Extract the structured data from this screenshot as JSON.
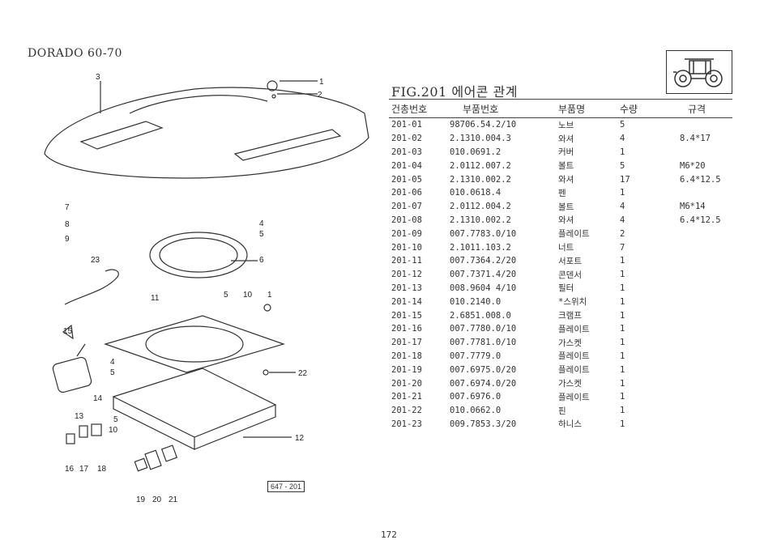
{
  "header": {
    "model": "DORADO 60-70",
    "logo_icon": "tractor-icon"
  },
  "figure": {
    "title": "FIG.201  에어콘 관계",
    "ref_tag": "647 - 201",
    "callouts": [
      "1",
      "2",
      "3",
      "4",
      "5",
      "6",
      "7",
      "8",
      "9",
      "10",
      "11",
      "12",
      "13",
      "14",
      "15",
      "16",
      "17",
      "18",
      "19",
      "20",
      "21",
      "22",
      "23"
    ]
  },
  "table": {
    "headers": [
      "건총번호",
      "부품번호",
      "부품명",
      "수량",
      "규격"
    ],
    "rows": [
      {
        "no": "201-01",
        "part": "98706.54.2/10",
        "name": "노브",
        "qty": "5",
        "spec": ""
      },
      {
        "no": "201-02",
        "part": "2.1310.004.3",
        "name": "와셔",
        "qty": "4",
        "spec": "8.4*17"
      },
      {
        "no": "201-03",
        "part": "010.0691.2",
        "name": "커버",
        "qty": "1",
        "spec": ""
      },
      {
        "no": "201-04",
        "part": "2.0112.007.2",
        "name": "볼트",
        "qty": "5",
        "spec": "M6*20"
      },
      {
        "no": "201-05",
        "part": "2.1310.002.2",
        "name": "와셔",
        "qty": "17",
        "spec": "6.4*12.5"
      },
      {
        "no": "201-06",
        "part": "010.0618.4",
        "name": "펜",
        "qty": "1",
        "spec": ""
      },
      {
        "no": "201-07",
        "part": "2.0112.004.2",
        "name": "볼트",
        "qty": "4",
        "spec": "M6*14"
      },
      {
        "no": "201-08",
        "part": "2.1310.002.2",
        "name": "와셔",
        "qty": "4",
        "spec": "6.4*12.5"
      },
      {
        "no": "201-09",
        "part": "007.7783.0/10",
        "name": "플레이트",
        "qty": "2",
        "spec": ""
      },
      {
        "no": "201-10",
        "part": "2.1011.103.2",
        "name": "너트",
        "qty": "7",
        "spec": ""
      },
      {
        "no": "201-11",
        "part": "007.7364.2/20",
        "name": "서포트",
        "qty": "1",
        "spec": ""
      },
      {
        "no": "201-12",
        "part": "007.7371.4/20",
        "name": "콘덴서",
        "qty": "1",
        "spec": ""
      },
      {
        "no": "201-13",
        "part": "008.9604 4/10",
        "name": "필터",
        "qty": "1",
        "spec": ""
      },
      {
        "no": "201-14",
        "part": "010.2140.0",
        "name": "*스위치",
        "qty": "1",
        "spec": ""
      },
      {
        "no": "201-15",
        "part": "2.6851.008.0",
        "name": "크램프",
        "qty": "1",
        "spec": ""
      },
      {
        "no": "201-16",
        "part": "007.7780.0/10",
        "name": "플레이트",
        "qty": "1",
        "spec": ""
      },
      {
        "no": "201-17",
        "part": "007.7781.0/10",
        "name": "가스켓",
        "qty": "1",
        "spec": ""
      },
      {
        "no": "201-18",
        "part": "007.7779.0",
        "name": "플레이트",
        "qty": "1",
        "spec": ""
      },
      {
        "no": "201-19",
        "part": "007.6975.0/20",
        "name": "플레이트",
        "qty": "1",
        "spec": ""
      },
      {
        "no": "201-20",
        "part": "007.6974.0/20",
        "name": "가스켓",
        "qty": "1",
        "spec": ""
      },
      {
        "no": "201-21",
        "part": "007.6976.0",
        "name": "플레이트",
        "qty": "1",
        "spec": ""
      },
      {
        "no": "201-22",
        "part": "010.0662.0",
        "name": "핀",
        "qty": "1",
        "spec": ""
      },
      {
        "no": "201-23",
        "part": "009.7853.3/20",
        "name": "하니스",
        "qty": "1",
        "spec": ""
      }
    ]
  },
  "footer": {
    "page": "172"
  }
}
